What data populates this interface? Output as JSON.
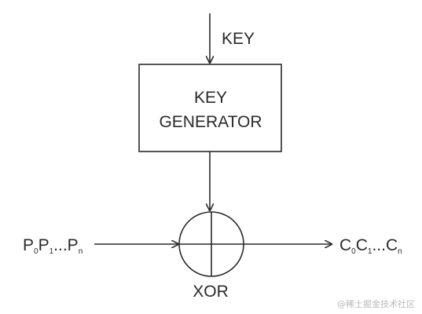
{
  "diagram": {
    "key_input_label": "KEY",
    "generator_label_line1": "KEY",
    "generator_label_line2": "GENERATOR",
    "xor_label": "XOR",
    "plaintext": {
      "p0": "P",
      "s0": "0",
      "p1": "P",
      "s1": "1",
      "dots": "...",
      "pn": "P",
      "sn": "n"
    },
    "ciphertext": {
      "c0": "C",
      "s0": "0",
      "c1": "C",
      "s1": "1",
      "dots": "...",
      "cn": "C",
      "sn": "n"
    }
  },
  "watermark": "@稀土掘金技术社区",
  "colors": {
    "stroke": "#2a2a2a",
    "background": "#ffffff",
    "watermark": "#b9b9b9"
  }
}
